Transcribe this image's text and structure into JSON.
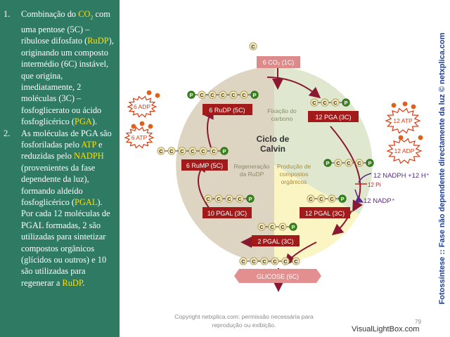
{
  "left_text": {
    "item1": {
      "num": "1.",
      "p1": "Combinação do ",
      "co": "CO",
      "two": "2",
      "p2": " com uma pentose (5C) – ribulose difosfato (",
      "rudp": "RuDP",
      "p3": "), originando um composto intermédio (6C) instável, que origina, imediatamente, 2 moléculas (3C) – fosfoglicerato ou ácido fosfoglicérico (",
      "pga": "PGA",
      "p4": ")."
    },
    "item2": {
      "num": "2.",
      "p1": "As moléculas de PGA são fosforiladas pelo ",
      "atp": "ATP",
      "p2": " e reduzidas pelo ",
      "nadph": "NADPH",
      "p3": " (provenientes da fase dependente da luz), formando aldeído fosfoglicérico (",
      "pgal": "PGAL",
      "p4": "). Por cada 12 moléculas de PGAL formadas, 2 são utilizadas para sintetizar compostos orgânicos (glícidos ou outros) e 10 são utilizadas para regenerar a ",
      "rudp": "RuDP",
      "p5": "."
    }
  },
  "diagram": {
    "cycle_title": [
      "Ciclo de",
      "Calvin"
    ],
    "sectors": {
      "fixation": [
        "Fixação do",
        "carbono"
      ],
      "production": [
        "Produção de",
        "compostos",
        "orgânicos"
      ],
      "regeneration": [
        "Regeneração",
        "da RuDP"
      ]
    },
    "labels": {
      "co2": "6 CO₂ (1C)",
      "rudp": "6 RuDP (5C)",
      "pga": "12 PGA (3C)",
      "rump": "6 RuMP (5C)",
      "pgal10": "10 PGAL (3C)",
      "pgal12": "12 PGAL (3C)",
      "pgal2": "2 PGAL (3C)",
      "glucose": "GLICOSE (6C)"
    },
    "bursts": {
      "atp12": "12 ATP",
      "adp12": "12 ADP",
      "adp6": "6 ADP",
      "atp6": "6 ATP"
    },
    "side_labels": {
      "nadph": "12 NADPH +12 H⁺",
      "nadp": "12 NADP⁺",
      "pi": "12 Pi"
    },
    "atoms": {
      "c": "C",
      "p": "P"
    }
  },
  "side_caption": "Fotossíntese :: Fase não dependente directamente da luz © netxplica.com",
  "copyright": "Copyright netxplica.com: permissão necessária para reprodução ou exibição.",
  "page_number": "79",
  "watermark": "VisualLightBox.com",
  "colors": {
    "panel_bg": "#2e7a63",
    "highlight": "#ffe000",
    "label_box": "#a31a1a",
    "co2_box": "#dc8a8a",
    "glucose_box": "#e48f8f",
    "atom_c": "#f4e8b4",
    "atom_p": "#3a8a1e",
    "burst": "#dd3a10",
    "arrow": "#8a1830",
    "caption": "#1e3e9c",
    "nadph": "#5b2a86"
  }
}
